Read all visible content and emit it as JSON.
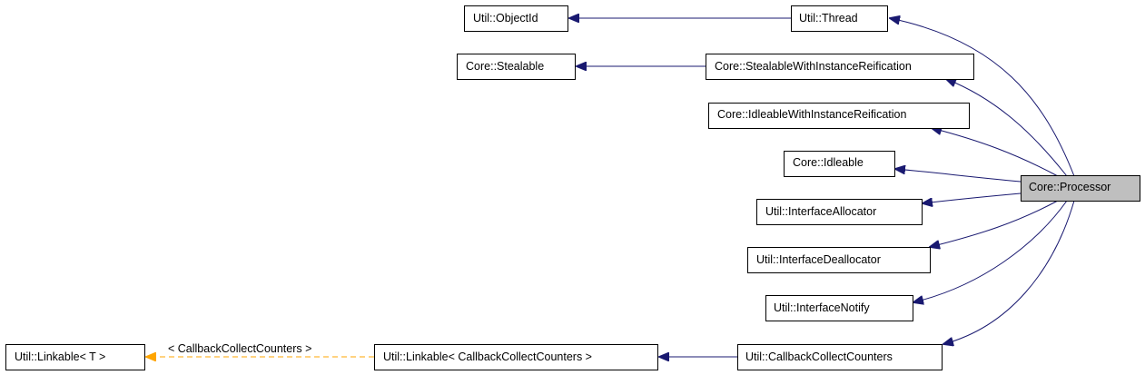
{
  "diagram": {
    "nodes": {
      "objectid": "Util::ObjectId",
      "thread": "Util::Thread",
      "stealable": "Core::Stealable",
      "stealable_reif": "Core::StealableWithInstanceReification",
      "idleable_reif": "Core::IdleableWithInstanceReification",
      "idleable": "Core::Idleable",
      "processor": "Core::Processor",
      "alloc": "Util::InterfaceAllocator",
      "dealloc": "Util::InterfaceDeallocator",
      "notify": "Util::InterfaceNotify",
      "linkable_t": "Util::Linkable< T >",
      "linkable_cc": "Util::Linkable< CallbackCollectCounters >",
      "callback": "Util::CallbackCollectCounters"
    },
    "template_edge_label": "< CallbackCollectCounters >",
    "colors": {
      "inheritance_edge": "#191970",
      "template_edge": "#ffa500",
      "focus_fill": "#bfbfbf"
    }
  }
}
